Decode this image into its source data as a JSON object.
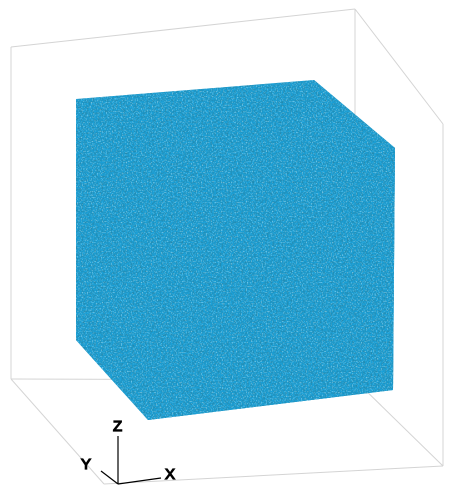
{
  "scene": {
    "type": "3d-particle-cube-visualization",
    "background_color": "#ffffff",
    "particle_color": "#1aa0d8",
    "particle_dark_color": "#0b5f85",
    "particle_highlight_color": "#5fc6ee",
    "bounding_box_color": "#d4d4d4"
  },
  "axes_triad": {
    "x_label": "X",
    "y_label": "Y",
    "z_label": "Z",
    "line_color": "#000000"
  }
}
